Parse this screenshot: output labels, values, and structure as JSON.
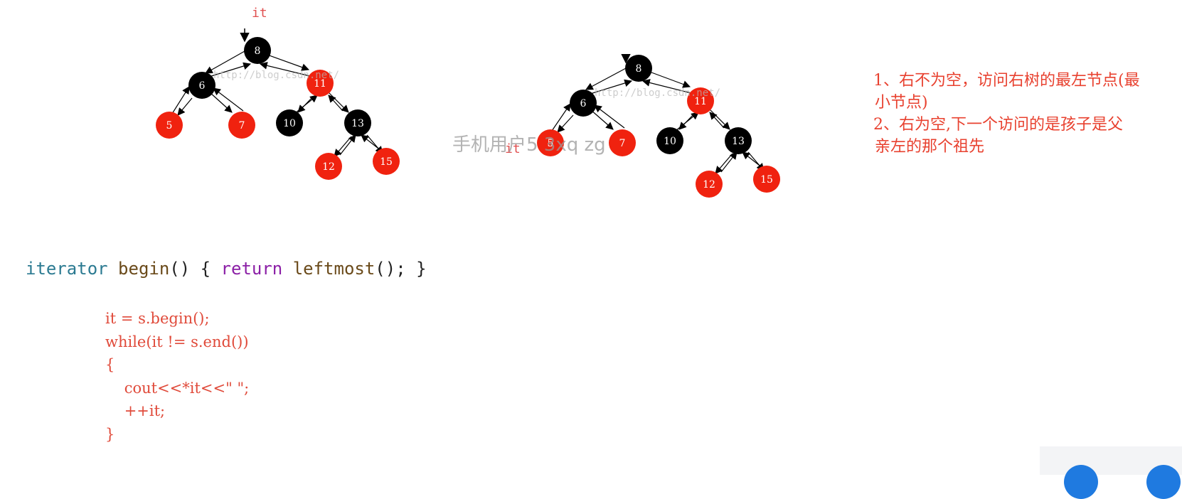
{
  "tree_left": {
    "it_label": "it",
    "nodes": [
      {
        "id": "8",
        "color": "black"
      },
      {
        "id": "6",
        "color": "black"
      },
      {
        "id": "11",
        "color": "red"
      },
      {
        "id": "5",
        "color": "red"
      },
      {
        "id": "7",
        "color": "red"
      },
      {
        "id": "10",
        "color": "black"
      },
      {
        "id": "13",
        "color": "black"
      },
      {
        "id": "12",
        "color": "red"
      },
      {
        "id": "15",
        "color": "red"
      }
    ],
    "watermark": "http://blog.csdn.net/"
  },
  "tree_right": {
    "it_label": "it",
    "nodes": [
      {
        "id": "8",
        "color": "black"
      },
      {
        "id": "6",
        "color": "black"
      },
      {
        "id": "11",
        "color": "red"
      },
      {
        "id": "5",
        "color": "red"
      },
      {
        "id": "7",
        "color": "red"
      },
      {
        "id": "10",
        "color": "black"
      },
      {
        "id": "13",
        "color": "black"
      },
      {
        "id": "12",
        "color": "red"
      },
      {
        "id": "15",
        "color": "red"
      }
    ],
    "watermark": "http://blog.csdn.net/"
  },
  "notes": {
    "line1": "1、右不为空，访问右树的最左节点(最",
    "line2": "小节点)",
    "line3": "2、右为空,下一个访问的是孩子是父",
    "line4": "亲左的那个祖先"
  },
  "code_begin": {
    "type": "iterator",
    "name": "begin",
    "open": "() { ",
    "ret": "return",
    "call": "leftmost",
    "close": "(); }"
  },
  "code_loop": [
    "it = s.begin();",
    "while(it != s.end())",
    "{",
    "    cout<<*it<<\" \";",
    "    ++it;",
    "}"
  ],
  "user_watermark": "手机用户5 3xq zg",
  "colors": {
    "red": "#f0220f",
    "black": "#000000",
    "note": "#e8412f"
  }
}
